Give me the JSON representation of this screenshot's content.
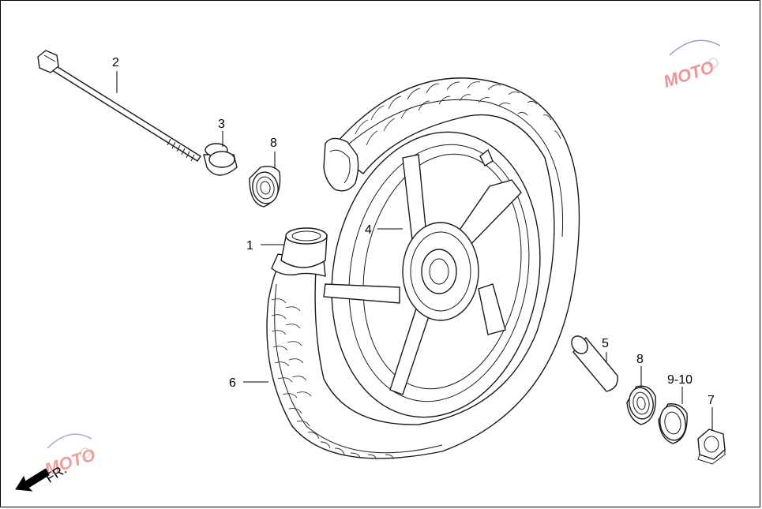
{
  "diagram": {
    "callouts": [
      {
        "id": "1",
        "label": "1"
      },
      {
        "id": "2",
        "label": "2"
      },
      {
        "id": "3",
        "label": "3"
      },
      {
        "id": "4",
        "label": "4"
      },
      {
        "id": "5",
        "label": "5"
      },
      {
        "id": "6",
        "label": "6"
      },
      {
        "id": "7",
        "label": "7"
      },
      {
        "id": "8a",
        "label": "8"
      },
      {
        "id": "8b",
        "label": "8"
      },
      {
        "id": "9-10",
        "label": "9-10"
      }
    ],
    "direction_label": "FR.",
    "watermark": "MOTO"
  },
  "colors": {
    "line": "#1a1a1a",
    "watermark_red": "#e23b3b",
    "watermark_blue": "#3b4fa8"
  }
}
